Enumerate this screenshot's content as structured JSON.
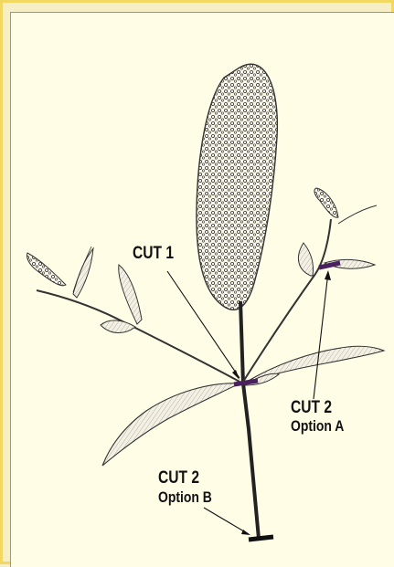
{
  "labels": {
    "cut1": "CUT 1",
    "cut2a_title": "CUT 2",
    "cut2a_option": "Option A",
    "cut2b_title": "CUT 2",
    "cut2b_option": "Option B"
  },
  "colors": {
    "background": "#f6efc6",
    "panel": "#fffde6",
    "border": "#f2d860",
    "cut_mark": "#4a1f5e",
    "plant_ink": "#2a2a2a"
  }
}
